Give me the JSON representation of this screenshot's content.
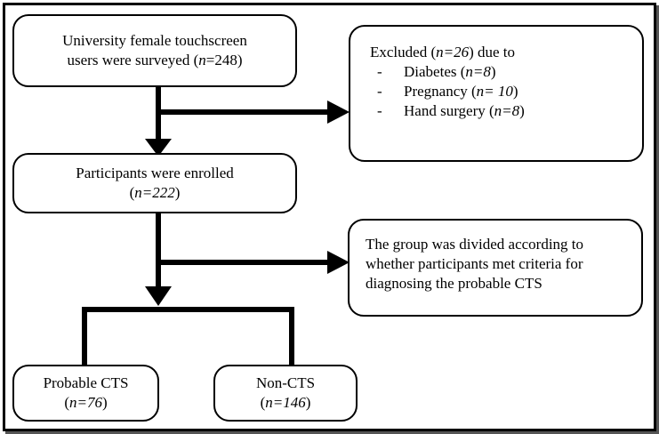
{
  "nodes": {
    "surveyed": {
      "line1": "University  female  touchscreen",
      "line2_pre": "users were surveyed (",
      "n_label": "n",
      "line2_post": "=248)"
    },
    "excluded": {
      "title_pre": "Excluded (",
      "title_n": "n=26",
      "title_post": ") due to",
      "items": [
        {
          "dash": "-",
          "label": "Diabetes (",
          "n": "n=8",
          "close": ")"
        },
        {
          "dash": "-",
          "label": "Pregnancy  (",
          "n": "n= 10",
          "close": ")"
        },
        {
          "dash": "-",
          "label": "Hand surgery (",
          "n": "n=8",
          "close": ")"
        }
      ]
    },
    "enrolled": {
      "line1": "Participants were enrolled",
      "line2_pre": "(",
      "n": "n=222",
      "line2_post": ")"
    },
    "divided": {
      "line1": "The group was divided according to",
      "line2": "whether participants met criteria for",
      "line3": "diagnosing  the  probable  CTS"
    },
    "probable": {
      "line1": "Probable CTS",
      "line2_pre": "(",
      "n": "n=76",
      "line2_post": ")"
    },
    "noncts": {
      "line1": "Non-CTS",
      "line2_pre": "(",
      "n": "n=146",
      "line2_post": ")"
    }
  }
}
